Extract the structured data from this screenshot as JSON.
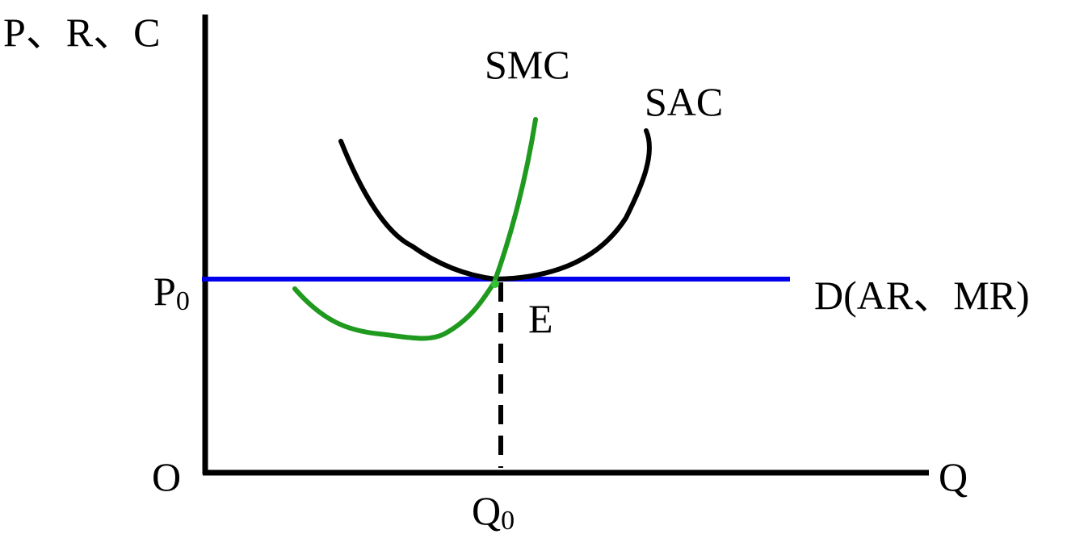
{
  "labels": {
    "y_axis": "P、R、C",
    "x_axis": "Q",
    "origin": "O",
    "smc": "SMC",
    "sac": "SAC",
    "demand": "D(AR、MR)",
    "equilibrium": "E",
    "price_base": "P",
    "price_sub": "0",
    "qty_base": "Q",
    "qty_sub": "0"
  },
  "colors": {
    "axis": "#000000",
    "sac": "#000000",
    "smc": "#1f9a1f",
    "demand": "#0000ee",
    "equilibrium_dot": "#36c236"
  }
}
